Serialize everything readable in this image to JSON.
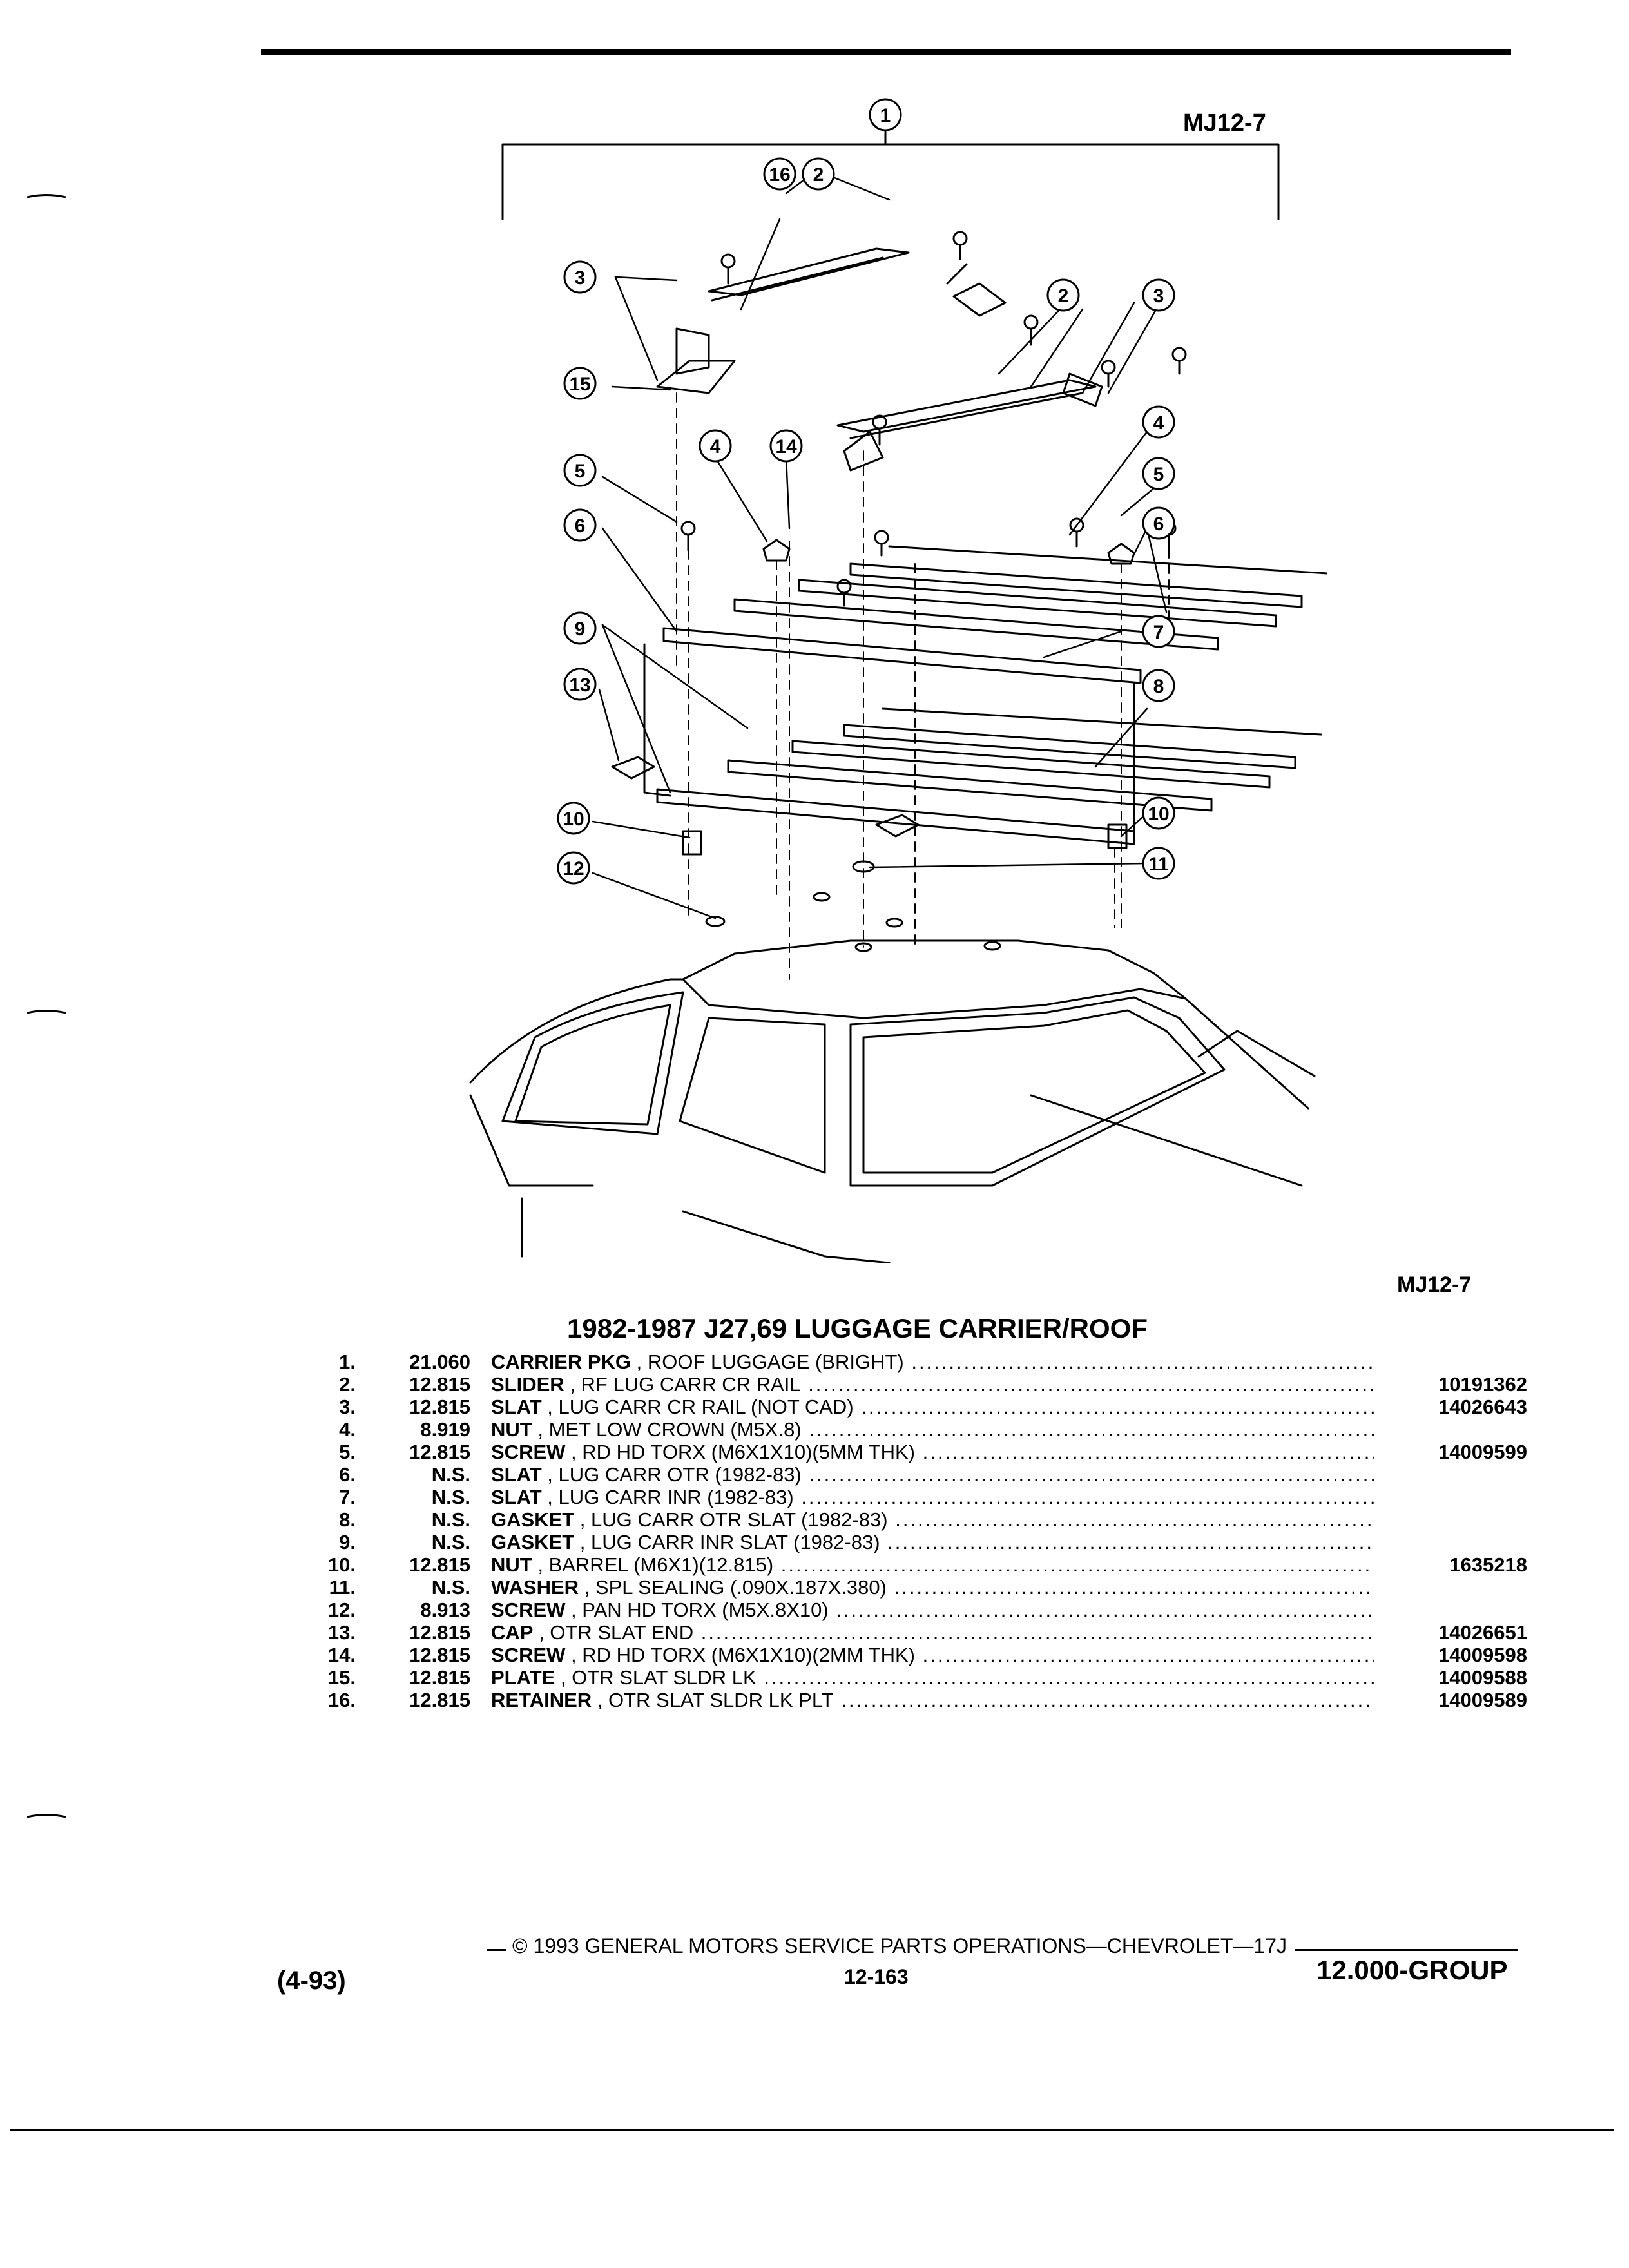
{
  "header": {
    "ref_top": "MJ12-7"
  },
  "diagram": {
    "callouts": [
      "1",
      "2",
      "3",
      "4",
      "5",
      "6",
      "7",
      "8",
      "9",
      "10",
      "11",
      "12",
      "13",
      "14",
      "15",
      "16"
    ]
  },
  "caption": {
    "ref": "MJ12-7",
    "title": "1982-1987 J27,69 LUGGAGE CARRIER/ROOF"
  },
  "parts": [
    {
      "num": "1.",
      "code": "21.060",
      "name": "CARRIER PKG",
      "rest": "ROOF LUGGAGE (BRIGHT)",
      "pn": ""
    },
    {
      "num": "2.",
      "code": "12.815",
      "name": "SLIDER",
      "rest": "RF LUG CARR CR RAIL",
      "pn": "10191362"
    },
    {
      "num": "3.",
      "code": "12.815",
      "name": "SLAT",
      "rest": "LUG CARR CR RAIL (NOT CAD)",
      "pn": "14026643"
    },
    {
      "num": "4.",
      "code": "8.919",
      "name": "NUT",
      "rest": "MET LOW CROWN (M5X.8)",
      "pn": ""
    },
    {
      "num": "5.",
      "code": "12.815",
      "name": "SCREW",
      "rest": "RD HD TORX (M6X1X10)(5MM THK)",
      "pn": "14009599"
    },
    {
      "num": "6.",
      "code": "N.S.",
      "name": "SLAT",
      "rest": "LUG CARR OTR (1982-83)",
      "pn": ""
    },
    {
      "num": "7.",
      "code": "N.S.",
      "name": "SLAT",
      "rest": "LUG CARR INR (1982-83)",
      "pn": ""
    },
    {
      "num": "8.",
      "code": "N.S.",
      "name": "GASKET",
      "rest": "LUG CARR OTR SLAT (1982-83)",
      "pn": ""
    },
    {
      "num": "9.",
      "code": "N.S.",
      "name": "GASKET",
      "rest": "LUG CARR INR SLAT (1982-83)",
      "pn": ""
    },
    {
      "num": "10.",
      "code": "12.815",
      "name": "NUT",
      "rest": "BARREL (M6X1)(12.815)",
      "pn": "1635218"
    },
    {
      "num": "11.",
      "code": "N.S.",
      "name": "WASHER",
      "rest": "SPL SEALING (.090X.187X.380)",
      "pn": ""
    },
    {
      "num": "12.",
      "code": "8.913",
      "name": "SCREW",
      "rest": "PAN HD TORX (M5X.8X10)",
      "pn": ""
    },
    {
      "num": "13.",
      "code": "12.815",
      "name": "CAP",
      "rest": "OTR SLAT END",
      "pn": "14026651"
    },
    {
      "num": "14.",
      "code": "12.815",
      "name": "SCREW",
      "rest": "RD HD TORX (M6X1X10)(2MM THK)",
      "pn": "14009598"
    },
    {
      "num": "15.",
      "code": "12.815",
      "name": "PLATE",
      "rest": "OTR SLAT SLDR LK",
      "pn": "14009588"
    },
    {
      "num": "16.",
      "code": "12.815",
      "name": "RETAINER",
      "rest": "OTR SLAT SLDR LK PLT",
      "pn": "14009589"
    }
  ],
  "footer": {
    "copyright": "© 1993 GENERAL MOTORS SERVICE PARTS OPERATIONS—CHEVROLET—17J",
    "page": "12-163",
    "date": "(4-93)",
    "group": "12.000-GROUP"
  }
}
